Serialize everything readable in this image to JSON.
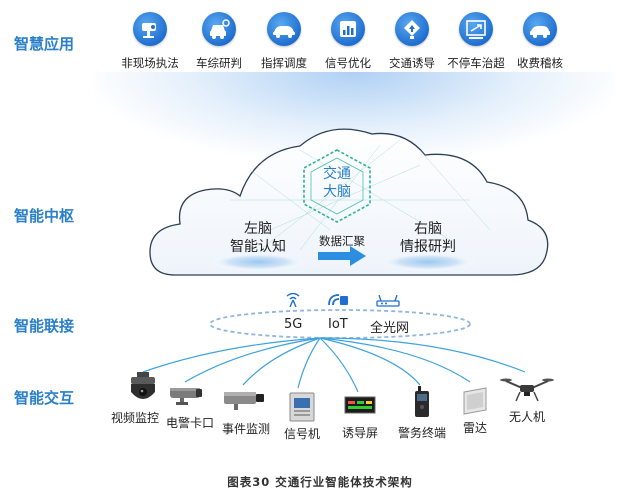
{
  "layers": {
    "app": "智慧应用",
    "hub": "智能中枢",
    "link": "智能联接",
    "interact": "智能交互"
  },
  "apps": [
    {
      "label": "非现场执法",
      "icon": "camera-enforcement-icon"
    },
    {
      "label": "车综研判",
      "icon": "vehicle-analysis-icon"
    },
    {
      "label": "指挥调度",
      "icon": "car-dispatch-icon"
    },
    {
      "label": "信号优化",
      "icon": "signal-chart-icon"
    },
    {
      "label": "交通诱导",
      "icon": "traffic-guide-icon"
    },
    {
      "label": "不停车治超",
      "icon": "overload-check-icon"
    },
    {
      "label": "收费稽核",
      "icon": "toll-audit-icon"
    }
  ],
  "brain": {
    "core_line1": "交通",
    "core_line2": "大脑",
    "left_line1": "左脑",
    "left_line2": "智能认知",
    "right_line1": "右脑",
    "right_line2": "情报研判",
    "arrow_label": "数据汇聚"
  },
  "network": [
    {
      "label": "5G",
      "icon": "antenna-icon"
    },
    {
      "label": "IoT",
      "icon": "iot-icon"
    },
    {
      "label": "全光网",
      "icon": "router-icon"
    }
  ],
  "devices": [
    {
      "label": "视频监控",
      "icon": "ptz-camera-icon"
    },
    {
      "label": "电警卡口",
      "icon": "bullet-camera-icon"
    },
    {
      "label": "事件监测",
      "icon": "box-camera-icon"
    },
    {
      "label": "信号机",
      "icon": "signal-controller-icon"
    },
    {
      "label": "诱导屏",
      "icon": "guide-screen-icon"
    },
    {
      "label": "警务终端",
      "icon": "police-terminal-icon"
    },
    {
      "label": "雷达",
      "icon": "radar-icon"
    },
    {
      "label": "无人机",
      "icon": "drone-icon"
    }
  ],
  "caption": "图表30 交通行业智能体技术架构",
  "colors": {
    "accent": "#2a7fc9",
    "icon_blue": "#1f6fd0",
    "line_blue": "#3ea3dc",
    "core_green": "#2bb39a"
  }
}
